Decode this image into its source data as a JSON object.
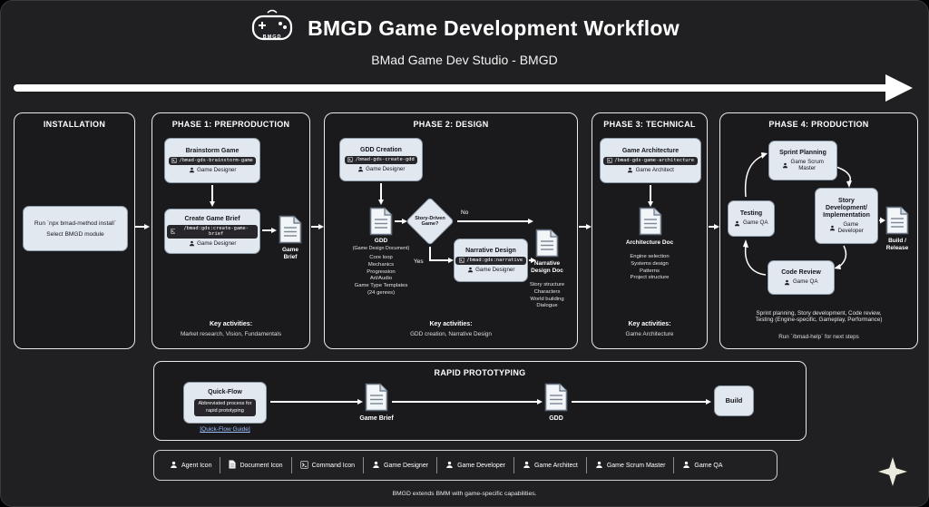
{
  "header": {
    "logo_text": "BMGD",
    "title": "BMGD Game Development Workflow",
    "subtitle": "BMad Game Dev Studio - BMGD"
  },
  "installation": {
    "title": "INSTALLATION",
    "line1": "Run `npx bmad-method install`",
    "line2": "Select BMGD module"
  },
  "phase1": {
    "title": "PHASE 1: PREPRODUCTION",
    "brainstorm": {
      "title": "Brainstorm Game",
      "command": "/bmad-gds-brainstorm-game",
      "agent": "Game Designer"
    },
    "brief": {
      "title": "Create Game Brief",
      "command": "/bmad:gds:create-game-brief",
      "agent": "Game Designer"
    },
    "doc_label": "Game\nBrief",
    "key_label": "Key activities:",
    "key_text": "Market research, Vision, Fundamentals"
  },
  "phase2": {
    "title": "PHASE 2: DESIGN",
    "gdd_creation": {
      "title": "GDD Creation",
      "command": "/bmad-gds-create-gdd",
      "agent": "Game Designer"
    },
    "gdd_doc": {
      "label": "GDD",
      "sublabel": "(Game Design Document)",
      "items": "Core loop\nMechanics\nProgression\nArt/Audio\nGame Type Templates\n(24 genres)"
    },
    "decision": "Story-Driven\nGame?",
    "no_label": "No",
    "yes_label": "Yes",
    "narrative": {
      "title": "Narrative Design",
      "command": "/bmad:gds:narrative",
      "agent": "Game Designer"
    },
    "narrative_doc": {
      "label": "Narrative\nDesign Doc",
      "items": "Story structure\nCharacters\nWorld building\nDialogue"
    },
    "key_label": "Key activities:",
    "key_text": "GDD creation, Narrative Design"
  },
  "phase3": {
    "title": "PHASE 3: TECHNICAL",
    "architecture": {
      "title": "Game Architecture",
      "command": "/bmad-gds-game-architecture",
      "agent": "Game Architect"
    },
    "doc_label": "Architecture Doc",
    "doc_items": "Engine selection\nSystems design\nPatterns\nProject structure",
    "key_label": "Key activities:",
    "key_text": "Game Architecture"
  },
  "phase4": {
    "title": "PHASE 4: PRODUCTION",
    "sprint": {
      "title": "Sprint Planning",
      "agent": "Game Scrum\nMaster"
    },
    "testing": {
      "title": "Testing",
      "agent": "Game QA"
    },
    "story": {
      "title": "Story\nDevelopment/\nImplementation",
      "agent": "Game\nDeveloper"
    },
    "review": {
      "title": "Code Review",
      "agent": "Game QA"
    },
    "build_label": "Build /\nRelease",
    "summary": "Sprint planning, Story development, Code review,\nTesting (Engine-specific, Gameplay, Performance)",
    "next_steps": "Run `/bmad-help` for next steps"
  },
  "prototyping": {
    "title": "RAPID PROTOTYPING",
    "quickflow": {
      "title": "Quick-Flow",
      "desc": "Abbreviated process for\nrapid prototyping",
      "link": "[Quick-Flow Guide]"
    },
    "doc1_label": "Game Brief",
    "doc2_label": "GDD",
    "build_label": "Build"
  },
  "legend": {
    "items": [
      {
        "icon": "agent-icon",
        "label": "Agent Icon"
      },
      {
        "icon": "document-icon",
        "label": "Document Icon"
      },
      {
        "icon": "command-icon",
        "label": "Command Icon"
      },
      {
        "icon": "game-designer-icon",
        "label": "Game Designer"
      },
      {
        "icon": "game-developer-icon",
        "label": "Game Developer"
      },
      {
        "icon": "game-architect-icon",
        "label": "Game Architect"
      },
      {
        "icon": "game-scrum-master-icon",
        "label": "Game Scrum Master"
      },
      {
        "icon": "game-qa-icon",
        "label": "Game QA"
      }
    ]
  },
  "footer": {
    "note": "BMGD extends BMM with game-specific capabilities."
  },
  "colors": {
    "link": "#9dc1ff",
    "box_bg": "#e2e8ef",
    "badge_bg": "#26262b",
    "panel_bg": "#1a1a1d",
    "arrow": "#ffffff"
  }
}
